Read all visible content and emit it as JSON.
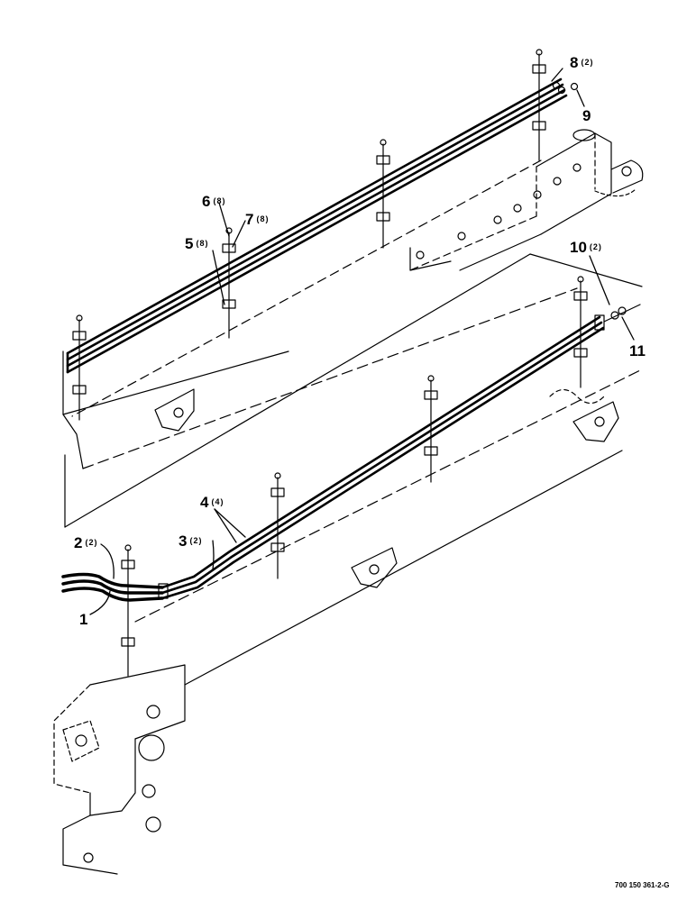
{
  "callouts": [
    {
      "num": "1",
      "qty": ""
    },
    {
      "num": "2",
      "qty": "(2)"
    },
    {
      "num": "3",
      "qty": "(2)"
    },
    {
      "num": "4",
      "qty": "(4)"
    },
    {
      "num": "5",
      "qty": "(8)"
    },
    {
      "num": "6",
      "qty": "(8)"
    },
    {
      "num": "7",
      "qty": "(8)"
    },
    {
      "num": "8",
      "qty": "(2)"
    },
    {
      "num": "9",
      "qty": ""
    },
    {
      "num": "10",
      "qty": "(2)"
    },
    {
      "num": "11",
      "qty": ""
    }
  ],
  "drawing_number": "700 150 361-2-G",
  "colors": {
    "ink": "#000000",
    "paper": "#ffffff"
  }
}
